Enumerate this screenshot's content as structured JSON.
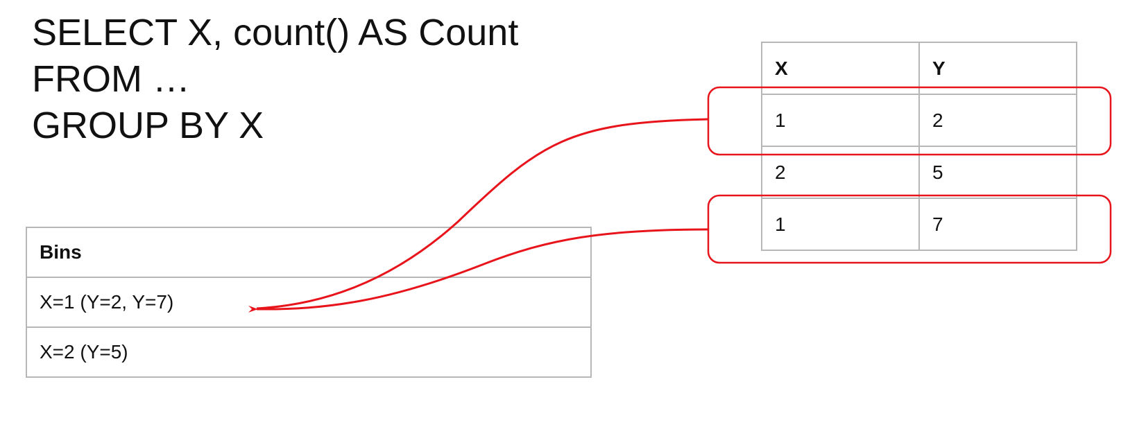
{
  "query": {
    "lines": [
      "SELECT X, count() AS Count",
      "FROM …",
      "GROUP BY X"
    ]
  },
  "bins_table": {
    "header": "Bins",
    "rows": [
      "X=1 (Y=2, Y=7)",
      "X=2 (Y=5)"
    ]
  },
  "xy_table": {
    "headers": [
      "X",
      "Y"
    ],
    "rows": [
      [
        "1",
        "2"
      ],
      [
        "2",
        "5"
      ],
      [
        "1",
        "7"
      ]
    ]
  },
  "colors": {
    "highlight": "#e8141b",
    "table_border": "#b7b7b7"
  }
}
